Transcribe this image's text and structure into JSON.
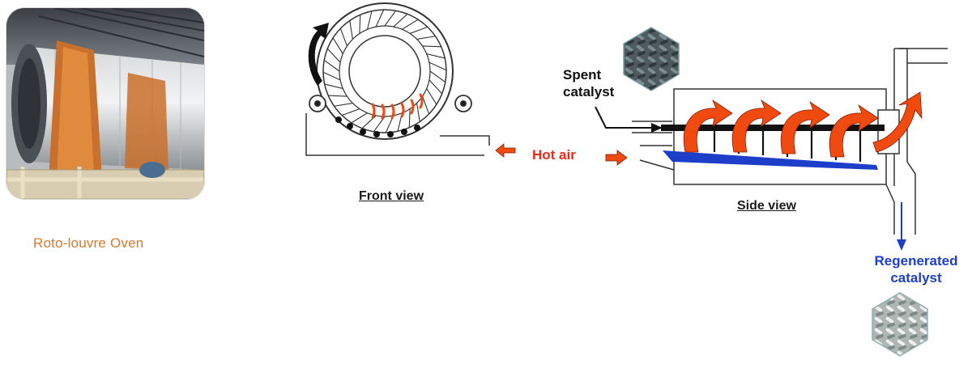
{
  "labels": {
    "oven_caption": "Roto-louvre Oven",
    "front_view": "Front view",
    "side_view": "Side view",
    "hot_air": "Hot air",
    "spent_line1": "Spent",
    "spent_line2": "catalyst",
    "regen_line1": "Regenerated",
    "regen_line2": "catalyst"
  },
  "colors": {
    "caption": "#e0782a",
    "hot_air": "#ee2a1a",
    "flame": "#f04a10",
    "catalyst_bed": "#1d3ec9",
    "regen_text": "#1d3ec9",
    "line": "#333333"
  },
  "icons": {
    "photo": "roto-louvre-oven-photo",
    "spent_catalyst": "spent-catalyst-pellets",
    "regenerated_catalyst": "regenerated-catalyst-pellets"
  }
}
